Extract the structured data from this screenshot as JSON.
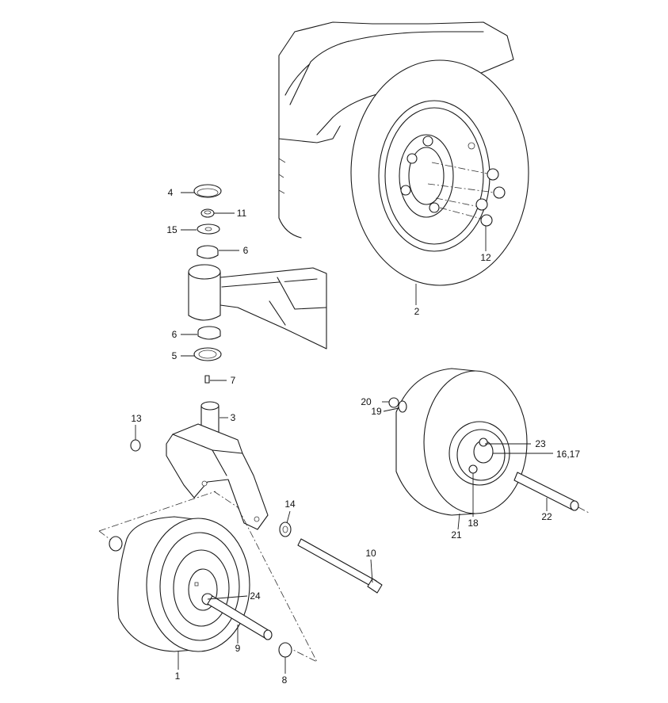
{
  "colors": {
    "line": "#1a1a1a",
    "background": "#ffffff"
  },
  "callouts": {
    "c1": "1",
    "c2": "2",
    "c3": "3",
    "c4": "4",
    "c5": "5",
    "c6a": "6",
    "c6b": "6",
    "c7": "7",
    "c8": "8",
    "c9": "9",
    "c10": "10",
    "c11": "11",
    "c12": "12",
    "c13": "13",
    "c14": "14",
    "c15": "15",
    "c16_17": "16,17",
    "c18": "18",
    "c19": "19",
    "c20": "20",
    "c21": "21",
    "c22": "22",
    "c23": "23",
    "c24": "24"
  }
}
